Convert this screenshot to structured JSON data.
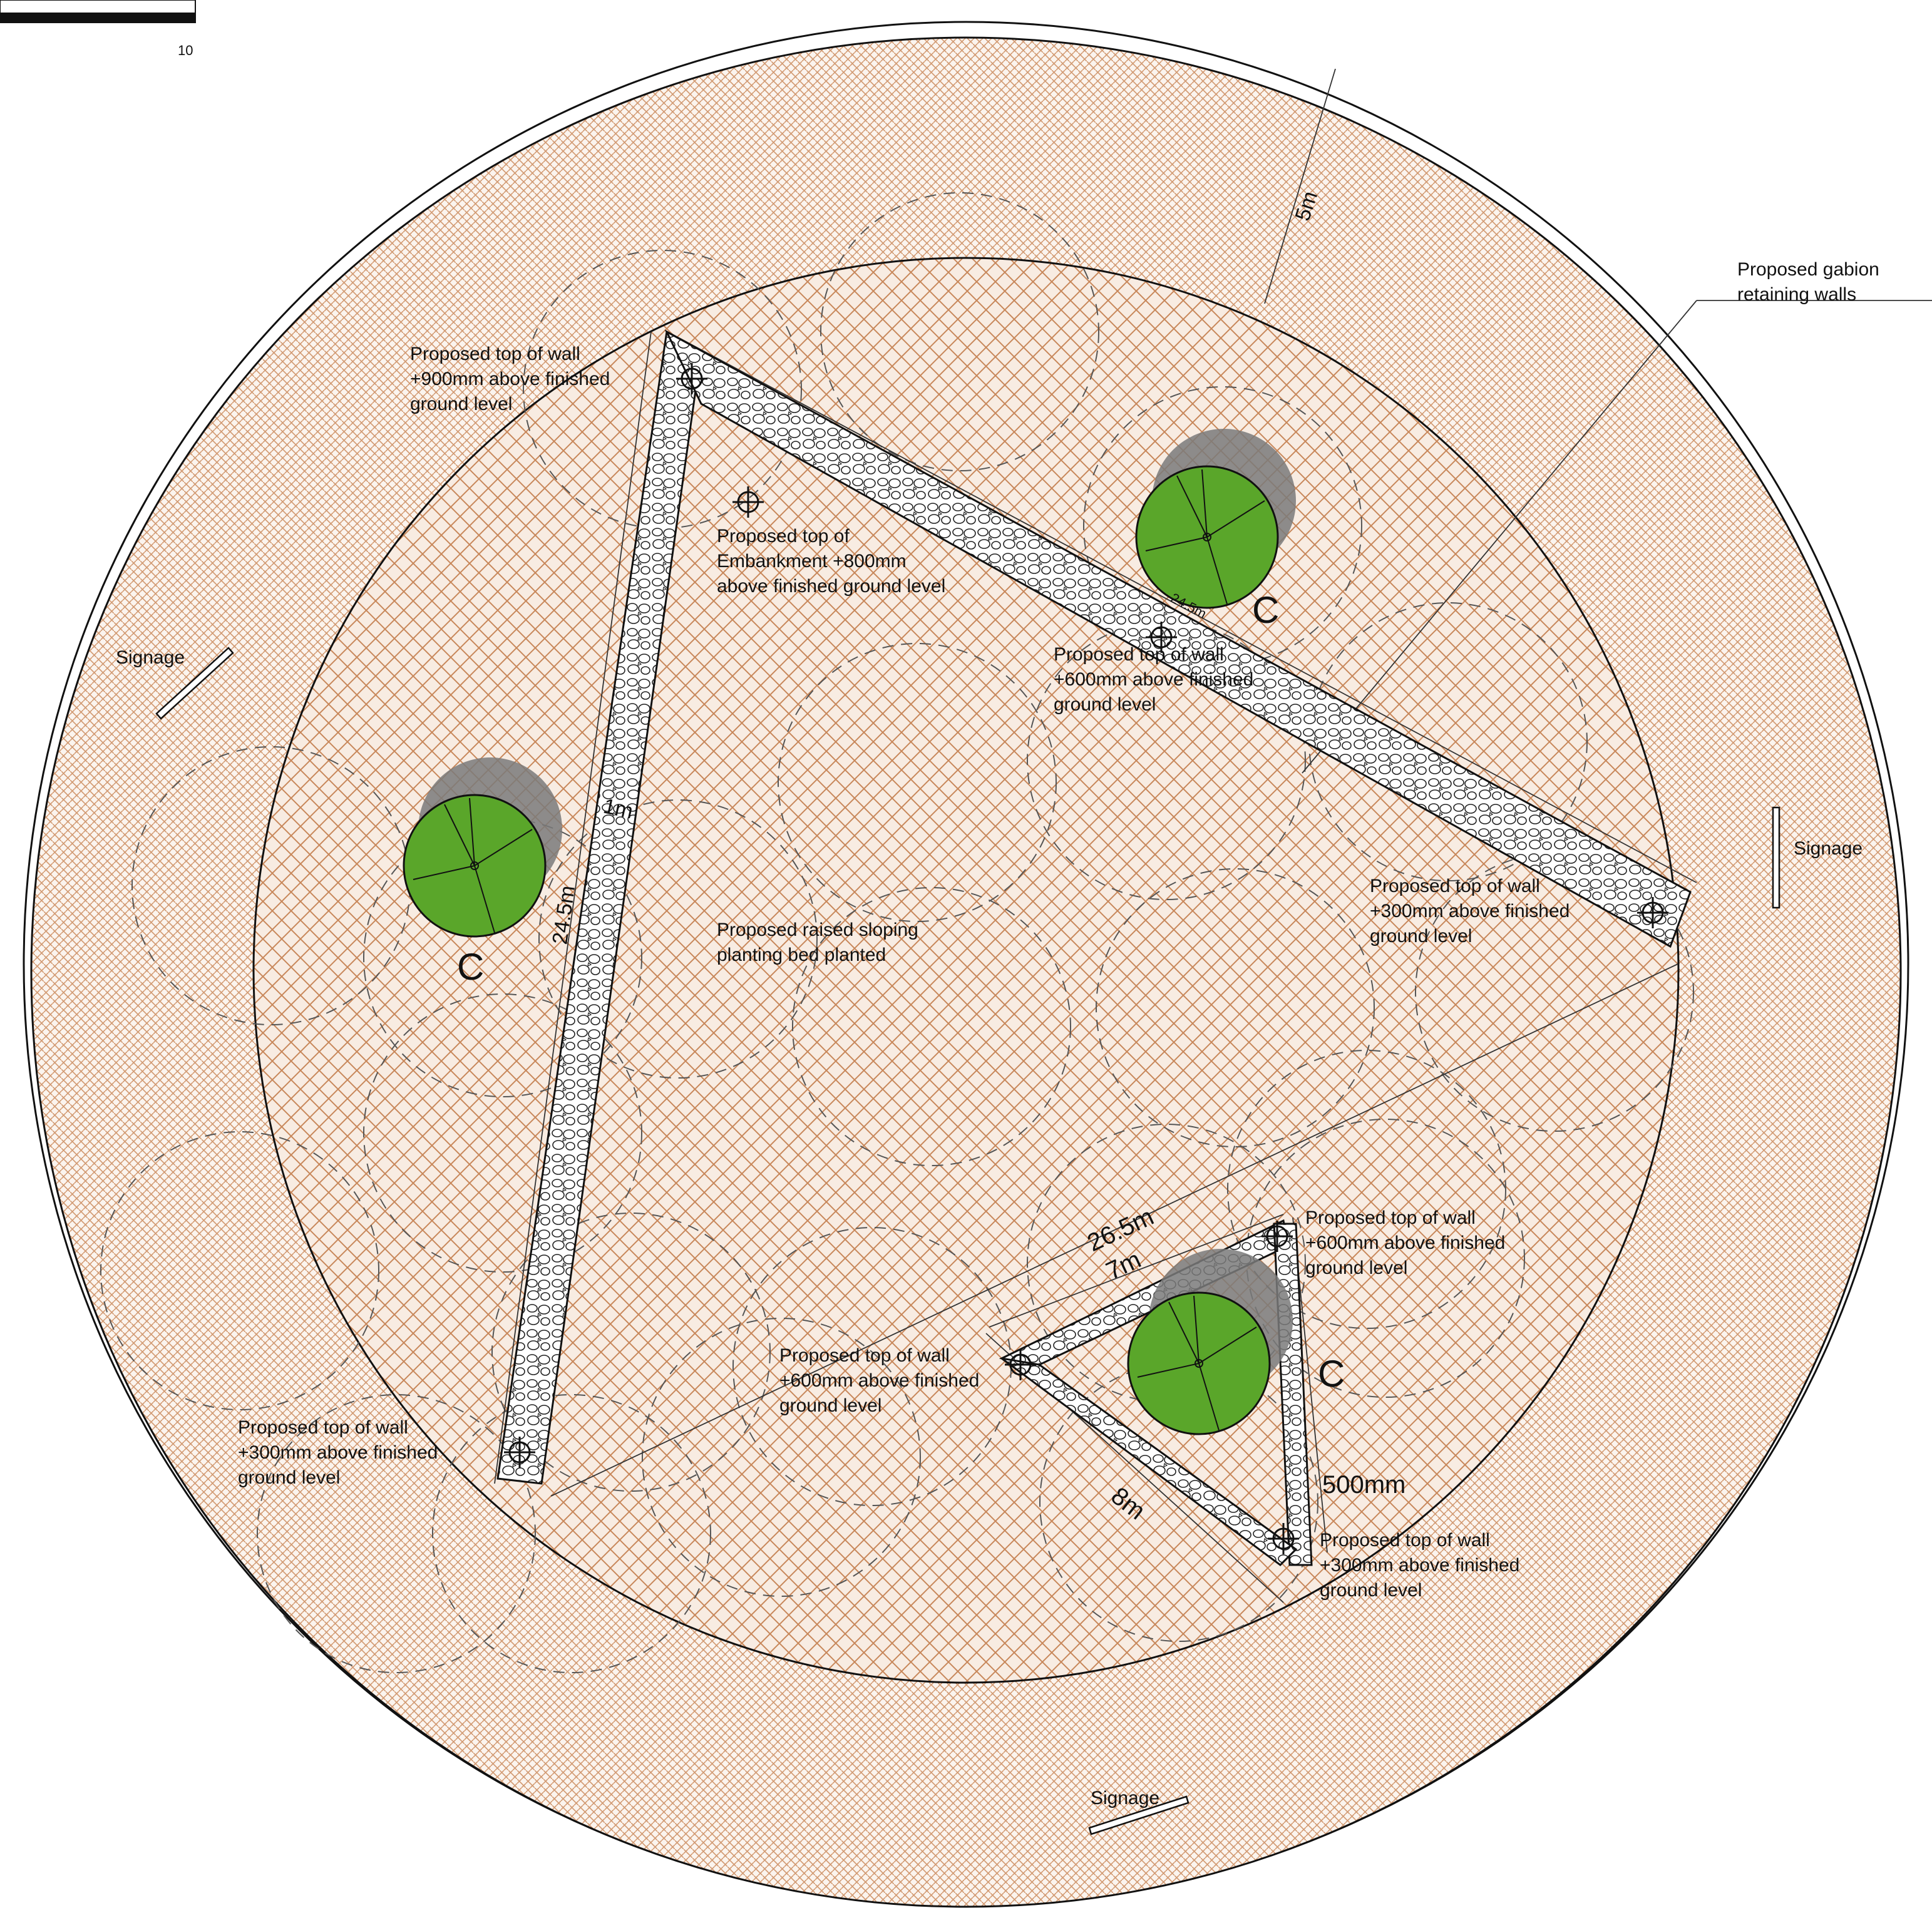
{
  "scale_bar": {
    "label": "10"
  },
  "dimensions": {
    "buffer_ring": "5m",
    "wall_length_left": "24.5m",
    "wall_length_top": "24.5m",
    "wall_width": "1m",
    "long_span": "26.5m",
    "small_triangle_top": "7m",
    "small_triangle_bottom": "8m",
    "small_wall_width": "500mm"
  },
  "annotations": {
    "gabion_walls": [
      "Proposed gabion",
      "retaining walls"
    ],
    "top_wall_900": [
      "Proposed top of wall",
      "+900mm above finished",
      "ground level"
    ],
    "embankment_800": [
      "Proposed top of",
      "Embankment +800mm",
      "above finished ground level"
    ],
    "top_wall_600_upper": [
      "Proposed top of wall",
      "+600mm above finished",
      "ground level"
    ],
    "top_wall_300_right": [
      "Proposed top of wall",
      "+300mm above finished",
      "ground level"
    ],
    "planting_bed": [
      "Proposed raised sloping",
      "planting bed planted"
    ],
    "top_wall_600_small_right": [
      "Proposed top of wall",
      "+600mm above finished",
      "ground level"
    ],
    "top_wall_600_small_left": [
      "Proposed top of wall",
      "+600mm above finished",
      "ground level"
    ],
    "top_wall_300_left": [
      "Proposed top of wall",
      "+300mm above finished",
      "ground level"
    ],
    "top_wall_300_small_bottom": [
      "Proposed top of wall",
      "+300mm above finished",
      "ground level"
    ]
  },
  "signage": {
    "left": "Signage",
    "right": "Signage",
    "bottom": "Signage"
  },
  "trees": {
    "top_right": "C",
    "left": "C",
    "bottom": "C"
  },
  "colors": {
    "hatch": "#c8875a",
    "hatch_fine": "#d4a07a",
    "tree_fill": "#5aa62a",
    "tree_shadow": "#7a7a7a",
    "line": "#111111"
  }
}
